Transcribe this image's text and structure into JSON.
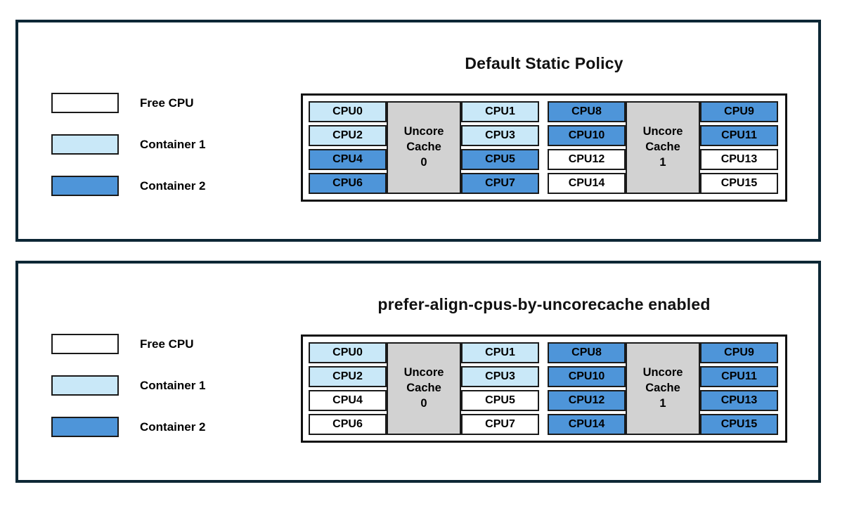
{
  "colors": {
    "free": "#FFFFFF",
    "container1": "#C9E8F8",
    "container2": "#4E95D9",
    "uncore_cache": "#D2D2D2",
    "panel_border": "#0D2735"
  },
  "legend": {
    "items": [
      {
        "label": "Free CPU",
        "color": "free"
      },
      {
        "label": "Container 1",
        "color": "container1"
      },
      {
        "label": "Container 2",
        "color": "container2"
      }
    ]
  },
  "panels": [
    {
      "id": "default-static-policy",
      "title": "Default Static Policy",
      "uncore_groups": [
        {
          "cache_lines": [
            "Uncore",
            "Cache",
            "0"
          ],
          "left_cpus": [
            {
              "label": "CPU0",
              "assignment": "container1"
            },
            {
              "label": "CPU2",
              "assignment": "container1"
            },
            {
              "label": "CPU4",
              "assignment": "container2"
            },
            {
              "label": "CPU6",
              "assignment": "container2"
            }
          ],
          "right_cpus": [
            {
              "label": "CPU1",
              "assignment": "container1"
            },
            {
              "label": "CPU3",
              "assignment": "container1"
            },
            {
              "label": "CPU5",
              "assignment": "container2"
            },
            {
              "label": "CPU7",
              "assignment": "container2"
            }
          ]
        },
        {
          "cache_lines": [
            "Uncore",
            "Cache",
            "1"
          ],
          "left_cpus": [
            {
              "label": "CPU8",
              "assignment": "container2"
            },
            {
              "label": "CPU10",
              "assignment": "container2"
            },
            {
              "label": "CPU12",
              "assignment": "free"
            },
            {
              "label": "CPU14",
              "assignment": "free"
            }
          ],
          "right_cpus": [
            {
              "label": "CPU9",
              "assignment": "container2"
            },
            {
              "label": "CPU11",
              "assignment": "container2"
            },
            {
              "label": "CPU13",
              "assignment": "free"
            },
            {
              "label": "CPU15",
              "assignment": "free"
            }
          ]
        }
      ]
    },
    {
      "id": "prefer-align-cpus-by-uncorecache",
      "title": "prefer-align-cpus-by-uncorecache enabled",
      "uncore_groups": [
        {
          "cache_lines": [
            "Uncore",
            "Cache",
            "0"
          ],
          "left_cpus": [
            {
              "label": "CPU0",
              "assignment": "container1"
            },
            {
              "label": "CPU2",
              "assignment": "container1"
            },
            {
              "label": "CPU4",
              "assignment": "free"
            },
            {
              "label": "CPU6",
              "assignment": "free"
            }
          ],
          "right_cpus": [
            {
              "label": "CPU1",
              "assignment": "container1"
            },
            {
              "label": "CPU3",
              "assignment": "container1"
            },
            {
              "label": "CPU5",
              "assignment": "free"
            },
            {
              "label": "CPU7",
              "assignment": "free"
            }
          ]
        },
        {
          "cache_lines": [
            "Uncore",
            "Cache",
            "1"
          ],
          "left_cpus": [
            {
              "label": "CPU8",
              "assignment": "container2"
            },
            {
              "label": "CPU10",
              "assignment": "container2"
            },
            {
              "label": "CPU12",
              "assignment": "container2"
            },
            {
              "label": "CPU14",
              "assignment": "container2"
            }
          ],
          "right_cpus": [
            {
              "label": "CPU9",
              "assignment": "container2"
            },
            {
              "label": "CPU11",
              "assignment": "container2"
            },
            {
              "label": "CPU13",
              "assignment": "container2"
            },
            {
              "label": "CPU15",
              "assignment": "container2"
            }
          ]
        }
      ]
    }
  ]
}
